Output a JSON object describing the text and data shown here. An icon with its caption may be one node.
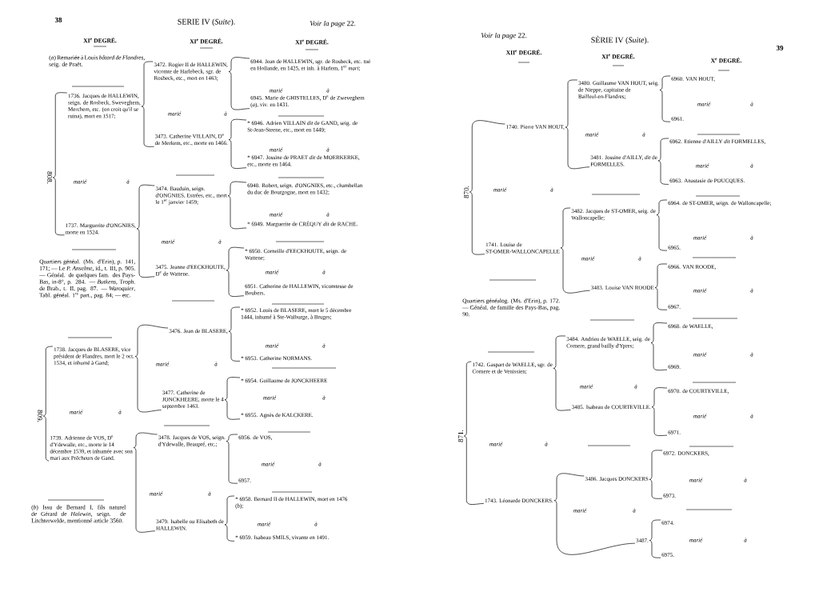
{
  "diagram": {
    "nodes": [
      {
        "text": [
          "808."
        ]
      },
      {
        "text": [
          "1736. Jacques de HALLEWIN, seign. de Rosbeck, Sweveghem, Merchem, etc. (on croit qu'il se ruina), mort en 1517;"
        ]
      },
      {
        "text": [
          "1737. Marguerite d'ONGNIES, morte en 1524."
        ]
      },
      {
        "text": [
          "809."
        ]
      },
      {
        "text": [
          "1738. Jacques de BLASERE, vice président de Flandres, mort le 2 oct. 1534, et inhumé à Gand;"
        ]
      },
      {
        "text": [
          "1739. Adrienne de VOS, D$^{e}$ d'Ydewalle, etc., morte le 14 décembre 1539, et inhumée avec son mari aux Prêcheurs de Gand."
        ]
      },
      {
        "text": [
          "3472. Rogier II de HALLEWIN, vicomte de Harlebeck, sgr. de Rosbeck, etc., mort en 1463;"
        ]
      },
      {
        "text": [
          "3473. Catherine VILLAIN, D$^{e}$ de Merkem, etc., morte en 1466."
        ]
      },
      {
        "text": [
          "3474. Bauduin, seign. d'ONGNIES, Estrées, etc., mort le 1$^{er}$ janvier 1459;"
        ]
      },
      {
        "text": [
          "3475. Jeanne d'EECKHOUTE, D$^{e}$ de Wattene."
        ]
      },
      {
        "text": [
          "3476. Jean de BLASERE,"
        ]
      },
      {
        "text": [
          "3477. Catherine de JONCKHEERE, morte le 4 septembre 1463."
        ]
      },
      {
        "text": [
          "3478. Jacques de VOS, seign. d'Ydewalle, Beaupré, etc.;"
        ]
      },
      {
        "text": [
          "3479. Isabelle *ou* Elisabeth de HALLEWIN."
        ]
      },
      {
        "text": [
          "6944. Jean de HALLEWIN, sgr. de Rosbeck, etc. tué en Hollande, en 1425, et inh. à Harlem, 1$^{er}$ *mari*;"
        ]
      },
      {
        "text": [
          "6945. Marie de GHISTELLES, D$^{e}$ de Zweveghem (*a*), viv. en 1431."
        ]
      },
      {
        "text": [
          "* 6946. Adrien VILLAIN *dit* de GAND, seig. de St-Jean-Steene, etc., mort en 1449;"
        ]
      },
      {
        "text": [
          "* 6947. Jossine de PRAET *dit* de MOERKERKE, etc., morte en 1464."
        ]
      },
      {
        "text": [
          "6948. Robert, seign. d'ONGNIES, etc., chambellan du duc de Bourgogne, mort en 1432;"
        ]
      },
      {
        "text": [
          "* 6949. Marguerite de CRÉQUY *dit* de RACHE."
        ]
      },
      {
        "text": [
          "* 6950. Corneille d'EECKHOUTE, seign. de Wattene;"
        ]
      },
      {
        "text": [
          "6951. Catherine de HALLEWIN, vicomtesse de Boubers."
        ]
      },
      {
        "text": [
          "* 6952. Louis de BLASERE, mort le 5 décembre 1444, inhumé à Ste-Walburge, à Bruges;"
        ]
      },
      {
        "text": [
          "* 6953. Catherine NORMANS."
        ]
      },
      {
        "text": [
          "* 6954. Guillaume de JONCKHEERE"
        ]
      },
      {
        "text": [
          "* 6955. Agnès de KALCKERE."
        ]
      },
      {
        "text": [
          "6956. de VOS,"
        ]
      },
      {
        "text": [
          "6957."
        ]
      },
      {
        "text": [
          "* 6958. Bernard II de HALLEWIN, mort en 1476 (*b*);"
        ]
      },
      {
        "text": [
          "* 6959. Isabeau SMILS, vivante en 1491."
        ]
      },
      {
        "text": [
          "870."
        ]
      },
      {
        "text": [
          "1740. Pierre VAN HOUT,"
        ]
      },
      {
        "text": [
          "1741. Louise de ST-OMER-WALLONCAPELLE"
        ]
      },
      {
        "text": [
          "871."
        ]
      },
      {
        "text": [
          "1742. Gaspart de WAELLE, sgr. de Cornere et de Venissien;"
        ]
      },
      {
        "text": [
          "1743. Léonarde DONCKERS."
        ]
      },
      {
        "text": [
          "3480. Guillaume VAN HOUT, seig. de Nieppe, capitaine de Bailleul-en-Flandres;"
        ]
      },
      {
        "text": [
          "3481. Jossine d'AILLY, *dit* de FORMELLES."
        ]
      },
      {
        "text": [
          "3482. Jacques de ST-OMER, seig. de Walloncapelle;"
        ]
      },
      {
        "text": [
          "3483. Louise VAN ROODE"
        ]
      },
      {
        "text": [
          "3484. Andrieu de WAELLE, seig. de Cornere, grand bailly d'Ypres;"
        ]
      },
      {
        "text": [
          "3485. Isabeau de COURTEVILLE."
        ]
      },
      {
        "text": [
          "3486. Jacques DONCKERS"
        ]
      },
      {
        "text": [
          "3487."
        ]
      },
      {
        "text": [
          "6960. VAN HOUT,"
        ]
      },
      {
        "text": [
          "6961."
        ]
      },
      {
        "text": [
          "6962. Etienne d'AILLY *dit* FORMELLES,"
        ]
      },
      {
        "text": [
          "6963. Anastasie de POUCQUES."
        ]
      },
      {
        "text": [
          "6964. de ST-OMER, seign. de Walloncapelle;"
        ]
      },
      {
        "text": [
          "6965."
        ]
      },
      {
        "text": [
          "6966. VAN ROODE,"
        ]
      },
      {
        "text": [
          "6967."
        ]
      },
      {
        "text": [
          "6968. de WAELLE,"
        ]
      },
      {
        "text": [
          "6969."
        ]
      },
      {
        "text": [
          "6970. de COURTEVILLE,"
        ]
      },
      {
        "text": [
          "6971."
        ]
      },
      {
        "text": [
          "6972. DONCKERS,"
        ]
      },
      {
        "text": [
          "6973."
        ]
      },
      {
        "text": [
          "6974."
        ]
      },
      {
        "text": [
          "6975."
        ]
      }
    ],
    "edges": [
      {
        "from": 0,
        "to": 1,
        "arrow": "none"
      },
      {
        "from": 0,
        "to": 2,
        "arrow": "none"
      },
      {
        "from": 3,
        "to": 4,
        "arrow": "none"
      },
      {
        "from": 3,
        "to": 5,
        "arrow": "none"
      },
      {
        "from": 1,
        "to": 6,
        "arrow": "none"
      },
      {
        "from": 1,
        "to": 7,
        "arrow": "none"
      },
      {
        "from": 2,
        "to": 8,
        "arrow": "none"
      },
      {
        "from": 2,
        "to": 9,
        "arrow": "none"
      },
      {
        "from": 4,
        "to": 10,
        "arrow": "none"
      },
      {
        "from": 4,
        "to": 11,
        "arrow": "none"
      },
      {
        "from": 5,
        "to": 12,
        "arrow": "none"
      },
      {
        "from": 5,
        "to": 13,
        "arrow": "none"
      },
      {
        "from": 6,
        "to": 14,
        "arrow": "none"
      },
      {
        "from": 6,
        "to": 15,
        "arrow": "none"
      },
      {
        "from": 7,
        "to": 16,
        "arrow": "none"
      },
      {
        "from": 7,
        "to": 17,
        "arrow": "none"
      },
      {
        "from": 8,
        "to": 18,
        "arrow": "none"
      },
      {
        "from": 8,
        "to": 19,
        "arrow": "none"
      },
      {
        "from": 9,
        "to": 20,
        "arrow": "none"
      },
      {
        "from": 9,
        "to": 21,
        "arrow": "none"
      },
      {
        "from": 10,
        "to": 22,
        "arrow": "none"
      },
      {
        "from": 10,
        "to": 23,
        "arrow": "none"
      },
      {
        "from": 11,
        "to": 24,
        "arrow": "none"
      },
      {
        "from": 11,
        "to": 25,
        "arrow": "none"
      },
      {
        "from": 12,
        "to": 26,
        "arrow": "none"
      },
      {
        "from": 12,
        "to": 27,
        "arrow": "none"
      },
      {
        "from": 13,
        "to": 28,
        "arrow": "none"
      },
      {
        "from": 13,
        "to": 29,
        "arrow": "none"
      },
      {
        "from": 30,
        "to": 31,
        "arrow": "none"
      },
      {
        "from": 30,
        "to": 32,
        "arrow": "none"
      },
      {
        "from": 33,
        "to": 34,
        "arrow": "none"
      },
      {
        "from": 33,
        "to": 35,
        "arrow": "none"
      },
      {
        "from": 31,
        "to": 36,
        "arrow": "none"
      },
      {
        "from": 31,
        "to": 37,
        "arrow": "none"
      },
      {
        "from": 32,
        "to": 38,
        "arrow": "none"
      },
      {
        "from": 32,
        "to": 39,
        "arrow": "none"
      },
      {
        "from": 34,
        "to": 40,
        "arrow": "none"
      },
      {
        "from": 34,
        "to": 41,
        "arrow": "none"
      },
      {
        "from": 35,
        "to": 42,
        "arrow": "none"
      },
      {
        "from": 35,
        "to": 43,
        "arrow": "none"
      },
      {
        "from": 36,
        "to": 44,
        "arrow": "none"
      },
      {
        "from": 36,
        "to": 45,
        "arrow": "none"
      },
      {
        "from": 37,
        "to": 46,
        "arrow": "none"
      },
      {
        "from": 37,
        "to": 47,
        "arrow": "none"
      },
      {
        "from": 38,
        "to": 48,
        "arrow": "none"
      },
      {
        "from": 38,
        "to": 49,
        "arrow": "none"
      },
      {
        "from": 39,
        "to": 50,
        "arrow": "none"
      },
      {
        "from": 39,
        "to": 51,
        "arrow": "none"
      },
      {
        "from": 40,
        "to": 52,
        "arrow": "none"
      },
      {
        "from": 40,
        "to": 53,
        "arrow": "none"
      },
      {
        "from": 41,
        "to": 54,
        "arrow": "none"
      },
      {
        "from": 41,
        "to": 55,
        "arrow": "none"
      },
      {
        "from": 42,
        "to": 56,
        "arrow": "none"
      },
      {
        "from": 42,
        "to": 57,
        "arrow": "none"
      },
      {
        "from": 43,
        "to": 58,
        "arrow": "none"
      },
      {
        "from": 43,
        "to": 59,
        "arrow": "none"
      }
    ],
    "labels": [
      "38",
      "SERIE IV (*Suite*).",
      "*Voir la page* 22.",
      "XI$^{e}$ DEGRÉ.",
      "XI$^{e}$ DEGRÉ.",
      "XI$^{e}$ DEGRÉ.",
      "(*a*) Remariée à Louis *bâtard de Flandres*, seig. de Praët.",
      "Quartiers généal. (Ms. d'Erin), p. 141, 171; — Le *P. Anselme*, id., t. III, p. 905. — Généal. de quelques fam. des Pays-Bas, in-8°, p. 284. — *Butkens*, Troph. de Brab., t. II, pag. 87. — *Waroquier*, Tabl. généal. 1$^{re}$ part., pag. 84; — etc.",
      "(*b*) Issu de Bernard I, fils naturel de Gérard de *Halewin*, seign. de Litchterwelde, mentionné article 3560.",
      "*Voir la page* 22.",
      "SÈRIE IV (*Suite*).",
      "39",
      "XII$^{e}$ DEGRÉ.",
      "XI$^{e}$ DEGRÉ.",
      "X$^{e}$ DEGRÉ.",
      "Quartiers généalog. (Ms. d'Erin), p. 172. — Généal. de famille des Pays-Bas, pag. 90.",
      "marié",
      "à",
      "marié",
      "à",
      "marié",
      "à",
      "marié",
      "à",
      "marié",
      "à",
      "marié",
      "à",
      "marié",
      "à",
      "marié",
      "à",
      "marié",
      "à",
      "marié",
      "à",
      "marié",
      "à",
      "marié",
      "à",
      "marié",
      "à",
      "marié",
      "à",
      "marié",
      "à",
      "marié",
      "à",
      "marié",
      "à",
      "marié",
      "à",
      "marié",
      "à",
      "marié",
      "à",
      "marié",
      "à",
      "marié",
      "à",
      "marié",
      "à",
      "marié",
      "à",
      "marié",
      "à",
      "marié",
      "à",
      "marié",
      "à",
      "marié",
      "à"
    ]
  }
}
